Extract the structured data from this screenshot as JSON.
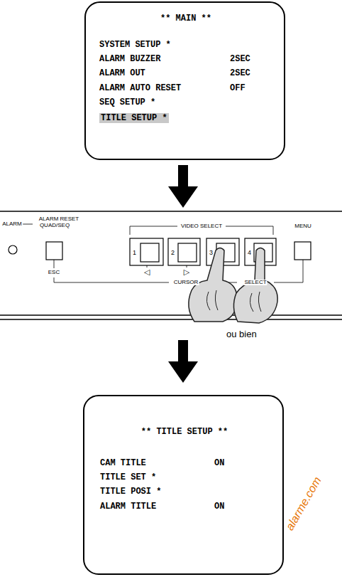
{
  "diagram": {
    "nodes": [
      {
        "text": [
          "** MAIN **",
          "SYSTEM SETUP *",
          "ALARM BUZZER",
          "2SEC",
          "ALARM OUT",
          "2SEC",
          "ALARM AUTO RESET",
          "OFF",
          "SEQ SETUP *",
          "TITLE SETUP *"
        ]
      },
      {
        "text": [
          "** TITLE SETUP **",
          "CAM TITLE",
          "ON",
          "TITLE SET *",
          "TITLE POSI *",
          "ALARM TITLE",
          "ON"
        ]
      }
    ],
    "labels": [
      "ALARM",
      "ALARM RESET",
      "QUAD/SEQ",
      "VIDEO SELECT",
      "MENU",
      "1",
      "2",
      "3",
      "4",
      "◁",
      "▷",
      "ESC",
      "CURSOR",
      "SELECT",
      "ou bien",
      "alarme.com"
    ]
  }
}
